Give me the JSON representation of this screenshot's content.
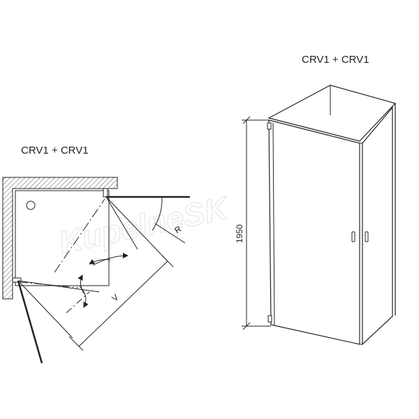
{
  "left_diagram": {
    "title": "CRV1 + CRV1",
    "radius_label": "R",
    "width_label": "V"
  },
  "right_diagram": {
    "title": "CRV1 + CRV1",
    "height_label": "1950"
  },
  "watermark": "KupelneSK",
  "colors": {
    "line": "#222222",
    "wall_hatch": "#555555",
    "watermark": "#e4e7ec",
    "background": "#ffffff"
  }
}
